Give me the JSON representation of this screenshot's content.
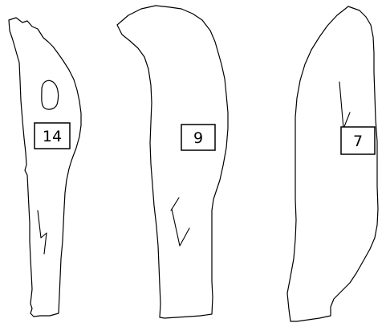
{
  "pieces": [
    {
      "id": "left",
      "label": "14"
    },
    {
      "id": "middle",
      "label": "9"
    },
    {
      "id": "right",
      "label": "7"
    }
  ],
  "colors": {
    "background": "#ffffff",
    "stroke": "#000000"
  }
}
